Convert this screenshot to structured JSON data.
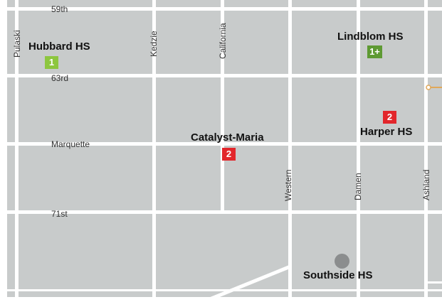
{
  "streets": {
    "horizontal": [
      "59th",
      "63rd",
      "Marquette",
      "71st"
    ],
    "vertical": [
      "Pulaski",
      "Kedzie",
      "California",
      "Western",
      "Damen",
      "Ashland"
    ]
  },
  "schools": [
    {
      "name": "Hubbard HS",
      "rating": "1"
    },
    {
      "name": "Lindblom HS",
      "rating": "1+"
    },
    {
      "name": "Catalyst-Maria",
      "rating": "2"
    },
    {
      "name": "Harper HS",
      "rating": "2"
    },
    {
      "name": "Southside HS",
      "rating": ""
    }
  ],
  "colors": {
    "block": "#c8cbcb",
    "road": "#ffffff",
    "rating_1": "#8dc63f",
    "rating_1plus": "#5e9a33",
    "rating_2": "#e2262b",
    "unrated_marker": "#8b8d8e",
    "marker_line": "#e0a85a"
  }
}
